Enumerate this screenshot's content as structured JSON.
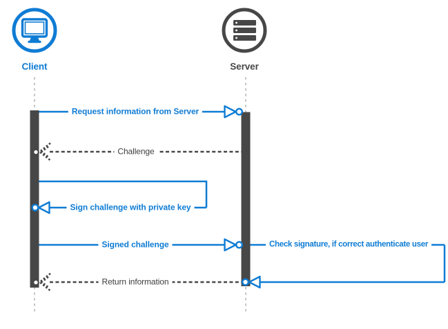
{
  "colors": {
    "accent": "#0f7cd4",
    "dark": "#474747",
    "darkText": "#3d3d3d",
    "lifeline": "#c5c5c5",
    "bg": "#ffffff"
  },
  "actors": [
    {
      "id": "client",
      "label": "Client",
      "icon": "monitor-icon"
    },
    {
      "id": "server",
      "label": "Server",
      "icon": "server-stack-icon"
    }
  ],
  "messages": [
    {
      "id": "m1",
      "label": "Request information from Server",
      "from": "Client",
      "to": "Server",
      "line": "solid",
      "direction": "right"
    },
    {
      "id": "m2",
      "label": "Challenge",
      "from": "Server",
      "to": "Client",
      "line": "dashed",
      "direction": "left"
    },
    {
      "id": "m3",
      "label": "Sign challenge with private key",
      "from": "Client",
      "to": "Client",
      "line": "solid",
      "direction": "self"
    },
    {
      "id": "m4",
      "label": "Signed challenge",
      "from": "Client",
      "to": "Server",
      "line": "solid",
      "direction": "right"
    },
    {
      "id": "m5",
      "label": "Check signature, if correct authenticate user",
      "from": "Server",
      "to": "Server",
      "line": "solid",
      "direction": "self"
    },
    {
      "id": "m6",
      "label": "Return information",
      "from": "Server",
      "to": "Client",
      "line": "dashed",
      "direction": "left"
    }
  ]
}
